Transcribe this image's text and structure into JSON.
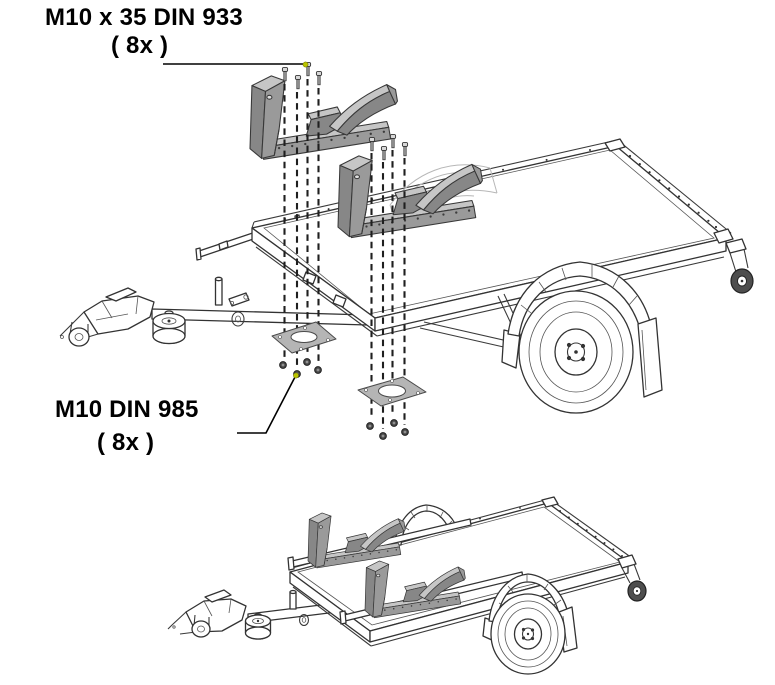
{
  "page": {
    "background": "#ffffff"
  },
  "annotations": {
    "bolt_callout": {
      "text": "M10 x 35 DIN 933",
      "qty_text": "( 8x )"
    },
    "nut_callout": {
      "text": "M10 DIN 985",
      "qty_text": "( 8x )"
    }
  },
  "figures": [
    {
      "name": "exploded-view",
      "shows": "trailer with 2 wheel chocks, 8 bolts, 2 mounting plates, 8 locknuts"
    },
    {
      "name": "assembled-view",
      "shows": "trailer with both wheel chocks mounted"
    }
  ],
  "counts": {
    "bolts": 8,
    "nuts": 8,
    "wheel_chocks": 2,
    "mounting_plates": 2
  },
  "colors": {
    "page_bg": "#ffffff",
    "chock_mid": "#9a9a9a",
    "chock_dark": "#878787",
    "chock_light": "#c6c6c6",
    "plate": "#b5b5b5",
    "dash": "#1f1f1f",
    "leader_dot": "#bac400"
  }
}
